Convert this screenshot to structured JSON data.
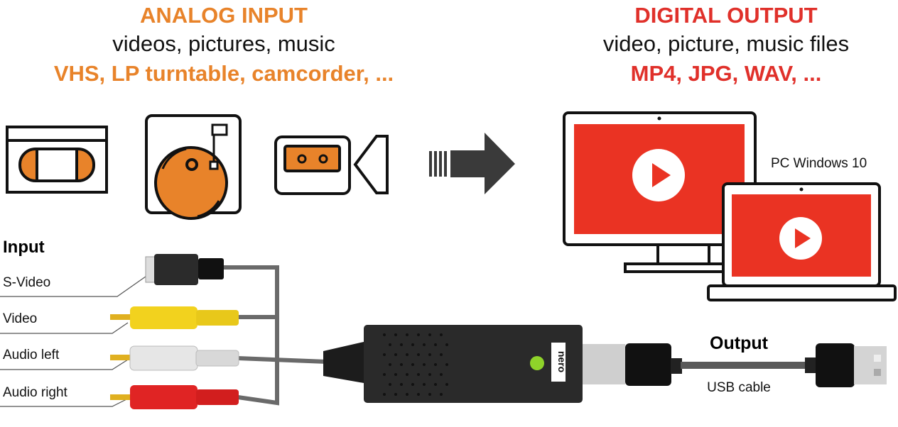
{
  "colors": {
    "analog": "#e8832a",
    "digital": "#e0302a",
    "device": "#2a2a2a",
    "led": "#8fd32a"
  },
  "analog": {
    "title": "ANALOG INPUT",
    "subtitle": "videos, pictures, music",
    "examples": "VHS, LP turntable, camcorder, ..."
  },
  "digital": {
    "title": "DIGITAL OUTPUT",
    "subtitle": "video, picture, music files",
    "examples": "MP4, JPG, WAV, ..."
  },
  "icons": [
    "vhs-cassette-icon",
    "turntable-icon",
    "camcorder-icon",
    "arrow-right-icon",
    "monitor-play-icon",
    "laptop-play-icon"
  ],
  "pc_label": "PC Windows 10",
  "input": {
    "title": "Input",
    "ports": [
      "S-Video",
      "Video",
      "Audio left",
      "Audio right"
    ]
  },
  "device": {
    "brand": "nero"
  },
  "output": {
    "title": "Output",
    "cable": "USB cable"
  }
}
